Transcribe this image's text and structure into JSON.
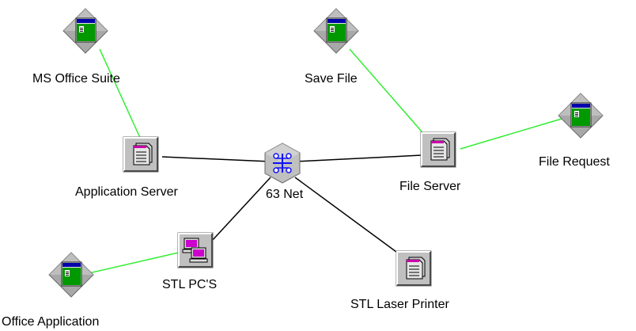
{
  "diagram": {
    "nodes": [
      {
        "id": "ms-office-suite",
        "label": "MS Office Suite",
        "kind": "application-icon"
      },
      {
        "id": "save-file",
        "label": "Save File",
        "kind": "application-icon"
      },
      {
        "id": "file-request",
        "label": "File Request",
        "kind": "application-icon"
      },
      {
        "id": "application-server",
        "label": "Application Server",
        "kind": "server-icon"
      },
      {
        "id": "net-63",
        "label": "63 Net",
        "kind": "network-hub-icon"
      },
      {
        "id": "file-server",
        "label": "File Server",
        "kind": "server-icon"
      },
      {
        "id": "stl-pcs",
        "label": "STL PC'S",
        "kind": "workstations-icon"
      },
      {
        "id": "stl-laser-printer",
        "label": "STL Laser Printer",
        "kind": "server-icon"
      },
      {
        "id": "office-application",
        "label": "Office Application",
        "kind": "application-icon"
      }
    ],
    "edges": [
      {
        "from": "application-server",
        "to": "net-63",
        "style": "network"
      },
      {
        "from": "net-63",
        "to": "file-server",
        "style": "network"
      },
      {
        "from": "net-63",
        "to": "stl-pcs",
        "style": "network"
      },
      {
        "from": "net-63",
        "to": "stl-laser-printer",
        "style": "network"
      },
      {
        "from": "ms-office-suite",
        "to": "application-server",
        "style": "application"
      },
      {
        "from": "save-file",
        "to": "file-server",
        "style": "application"
      },
      {
        "from": "file-request",
        "to": "file-server",
        "style": "application"
      },
      {
        "from": "office-application",
        "to": "stl-pcs",
        "style": "application"
      }
    ],
    "colors": {
      "network_link": "#000000",
      "application_link": "#33ee33",
      "diamond_fill": "#a8a8a8",
      "icon_face": "#d8d8d8",
      "window_title": "#0000aa",
      "window_body": "#009900",
      "hub_lines": "#1010ff",
      "pc_screen": "#cc00cc"
    }
  }
}
